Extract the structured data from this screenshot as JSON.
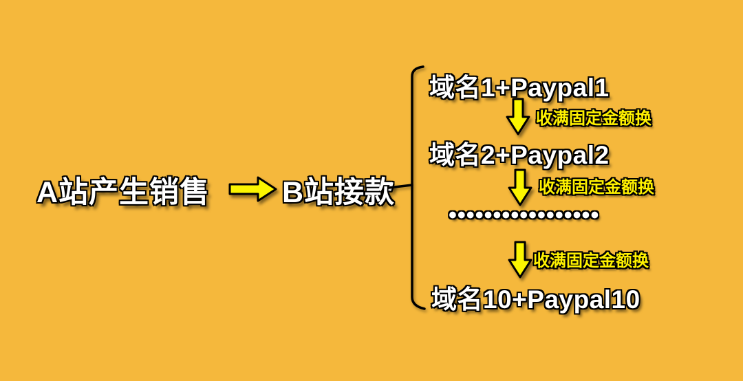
{
  "background_color": "#f5b83c",
  "accent_yellow": "#fff200",
  "arrow_fill": "#fbf500",
  "flow": {
    "source_label": "A站产生销售",
    "target_label": "B站接款"
  },
  "chain": {
    "transition_label": "收满固定金额换",
    "ellipsis": "•••••••••••••••••",
    "items": [
      {
        "label": "域名1+Paypal1"
      },
      {
        "label": "域名2+Paypal2"
      },
      {
        "label": "域名10+Paypal10"
      }
    ]
  },
  "icons": {
    "flow_arrow": "right-arrow-icon",
    "step_arrow": "down-arrow-icon",
    "bracket": "brace-bracket"
  }
}
